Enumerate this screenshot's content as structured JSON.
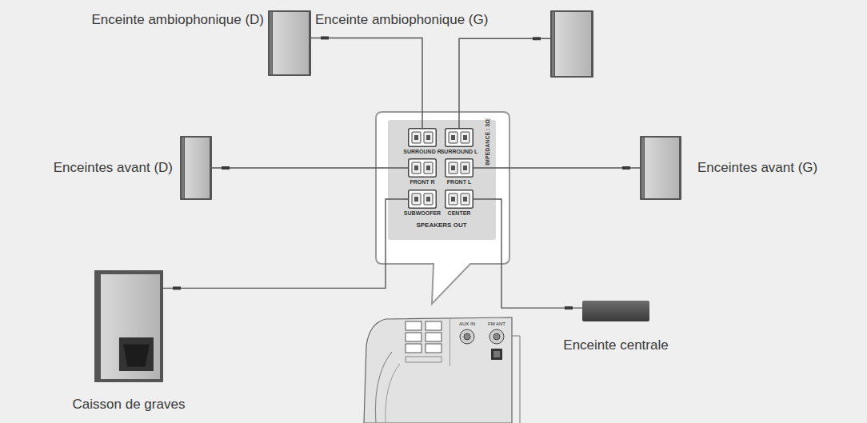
{
  "diagram": {
    "nodes": [
      {
        "text": [
          "Enceinte ambiophonique (D)"
        ]
      },
      {
        "text": [
          "Enceinte ambiophonique (G)"
        ]
      },
      {
        "text": [
          "SPEAKERS OUT",
          "IMPEDANCE : 3Ω"
        ]
      },
      {
        "text": [
          "SURROUND R"
        ],
        "in": 2
      },
      {
        "text": [
          "SURROUND L"
        ],
        "in": 2
      },
      {
        "text": [
          "Enceintes avant (D)"
        ]
      },
      {
        "text": [
          "FRONT R"
        ],
        "in": 2
      },
      {
        "text": [
          "FRONT L"
        ],
        "in": 2
      },
      {
        "text": [
          "Enceintes avant (G)"
        ]
      },
      {
        "text": [
          "SUBWOOFER"
        ],
        "in": 2
      },
      {
        "text": [
          "CENTER"
        ],
        "in": 2
      },
      {
        "text": [
          "Caisson de graves"
        ]
      },
      {
        "text": [
          "Enceinte centrale"
        ]
      }
    ],
    "edges": [
      {
        "from": 0,
        "to": 3,
        "arrow": "none"
      },
      {
        "from": 1,
        "to": 4,
        "arrow": "none"
      },
      {
        "from": 5,
        "to": 6,
        "arrow": "none"
      },
      {
        "from": 8,
        "to": 7,
        "arrow": "none"
      },
      {
        "from": 11,
        "to": 9,
        "arrow": "none"
      },
      {
        "from": 12,
        "to": 10,
        "arrow": "none"
      }
    ],
    "labels": [
      "AUX IN",
      "FM ANT"
    ]
  }
}
